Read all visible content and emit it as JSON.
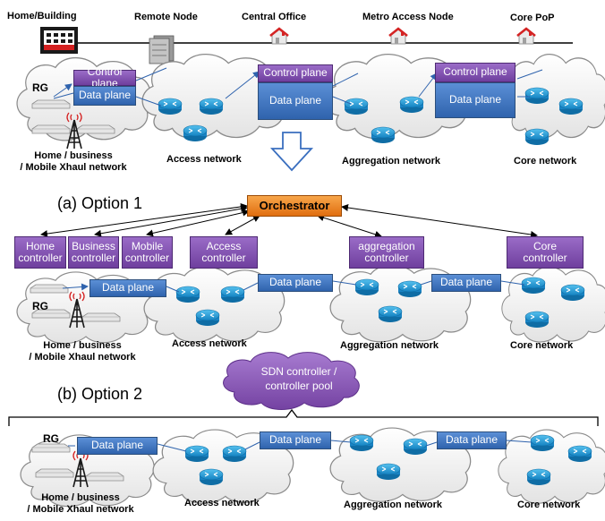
{
  "top": {
    "locations": [
      "Home/Building",
      "Remote Node",
      "Central Office",
      "Metro Access Node",
      "Core PoP"
    ],
    "rg": "RG",
    "control_plane": "Control plane",
    "data_plane": "Data plane",
    "home_network_1": "Home / business",
    "home_network_2": "/ Mobile Xhaul network",
    "access_network": "Access network",
    "aggregation_network": "Aggregation network",
    "core_network": "Core network"
  },
  "option1": {
    "label": "(a) Option 1",
    "orchestrator": "Orchestrator",
    "controllers": [
      {
        "line1": "Home",
        "line2": "controller"
      },
      {
        "line1": "Business",
        "line2": "controller"
      },
      {
        "line1": "Mobile",
        "line2": "controller"
      },
      {
        "line1": "Access",
        "line2": "controller"
      },
      {
        "line1": "aggregation",
        "line2": "controller"
      },
      {
        "line1": "Core",
        "line2": "controller"
      }
    ],
    "data_plane": "Data plane",
    "rg": "RG",
    "home_network_1": "Home / business",
    "home_network_2": "/ Mobile Xhaul network",
    "access_network": "Access network",
    "aggregation_network": "Aggregation network",
    "core_network": "Core network"
  },
  "option2": {
    "label": "(b) Option 2",
    "sdn_controller_1": "SDN controller /",
    "sdn_controller_2": "controller pool",
    "data_plane": "Data plane",
    "rg": "RG",
    "home_network_1": "Home / business",
    "home_network_2": "/ Mobile Xhaul network",
    "access_network": "Access network",
    "aggregation_network": "Aggregation network",
    "core_network": "Core network"
  },
  "icons": [
    "building-icon",
    "remote-node-icon",
    "central-office-icon",
    "router-icon",
    "rg-device-icon",
    "antenna-tower-icon",
    "cloud-icon",
    "down-arrow-icon"
  ],
  "colors": {
    "data_plane": "#3a6fbf",
    "control_plane": "#7b4aa8",
    "orchestrator": "#f0882a",
    "router": "#1b9ad6",
    "sdn_cloud": "#8a5bb5"
  }
}
